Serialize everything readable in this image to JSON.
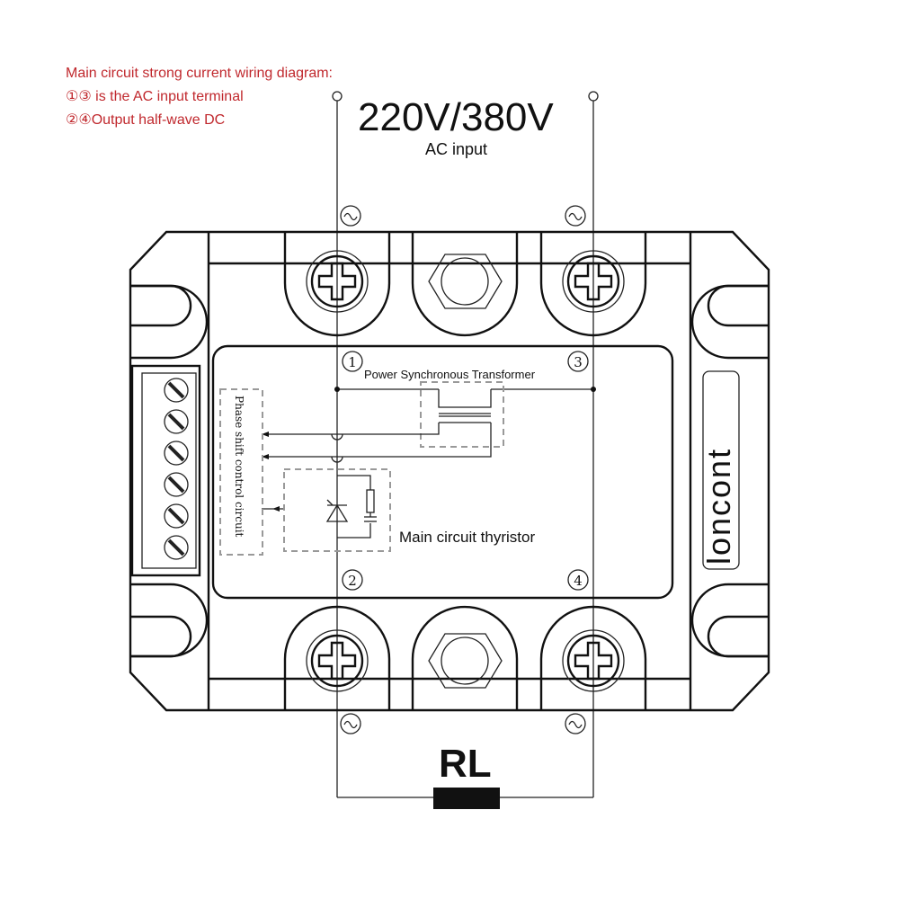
{
  "notes": {
    "title": "Main circuit strong current wiring diagram:",
    "line1": "①③ is the AC input terminal",
    "line2": "②④Output half-wave DC",
    "color": "#c0282d"
  },
  "input": {
    "voltage": "220V/380V",
    "label": "AC input"
  },
  "terminals": {
    "t1": "1",
    "t2": "2",
    "t3": "3",
    "t4": "4",
    "ac_symbol": "~"
  },
  "internal": {
    "transformer": "Power Synchronous Transformer",
    "phase_shift": "Phase shift control circuit",
    "thyristor": "Main circuit thyristor"
  },
  "brand": "loncont",
  "load": "RL"
}
